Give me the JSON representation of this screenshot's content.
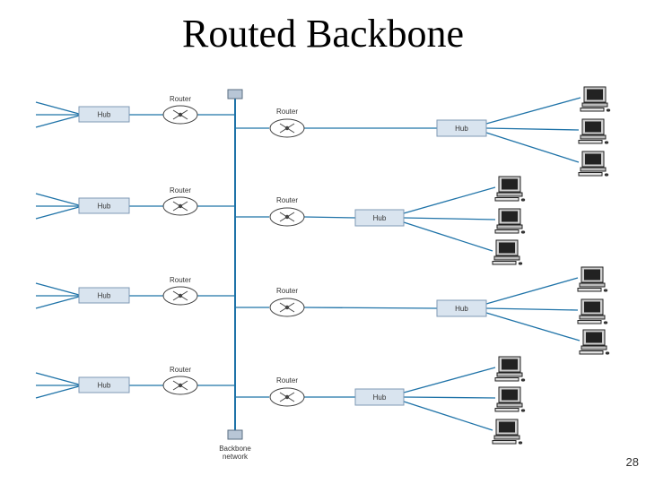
{
  "slide": {
    "title": "Routed Backbone",
    "page_number": "28"
  },
  "labels": {
    "hub": "Hub",
    "router": "Router",
    "backbone_line1": "Backbone",
    "backbone_line2": "network"
  },
  "colors": {
    "link": "#1f73a8",
    "hub_fill": "#d9e4ef",
    "hub_stroke": "#7f9ab5",
    "backbone_node": "#b8c6d6"
  }
}
